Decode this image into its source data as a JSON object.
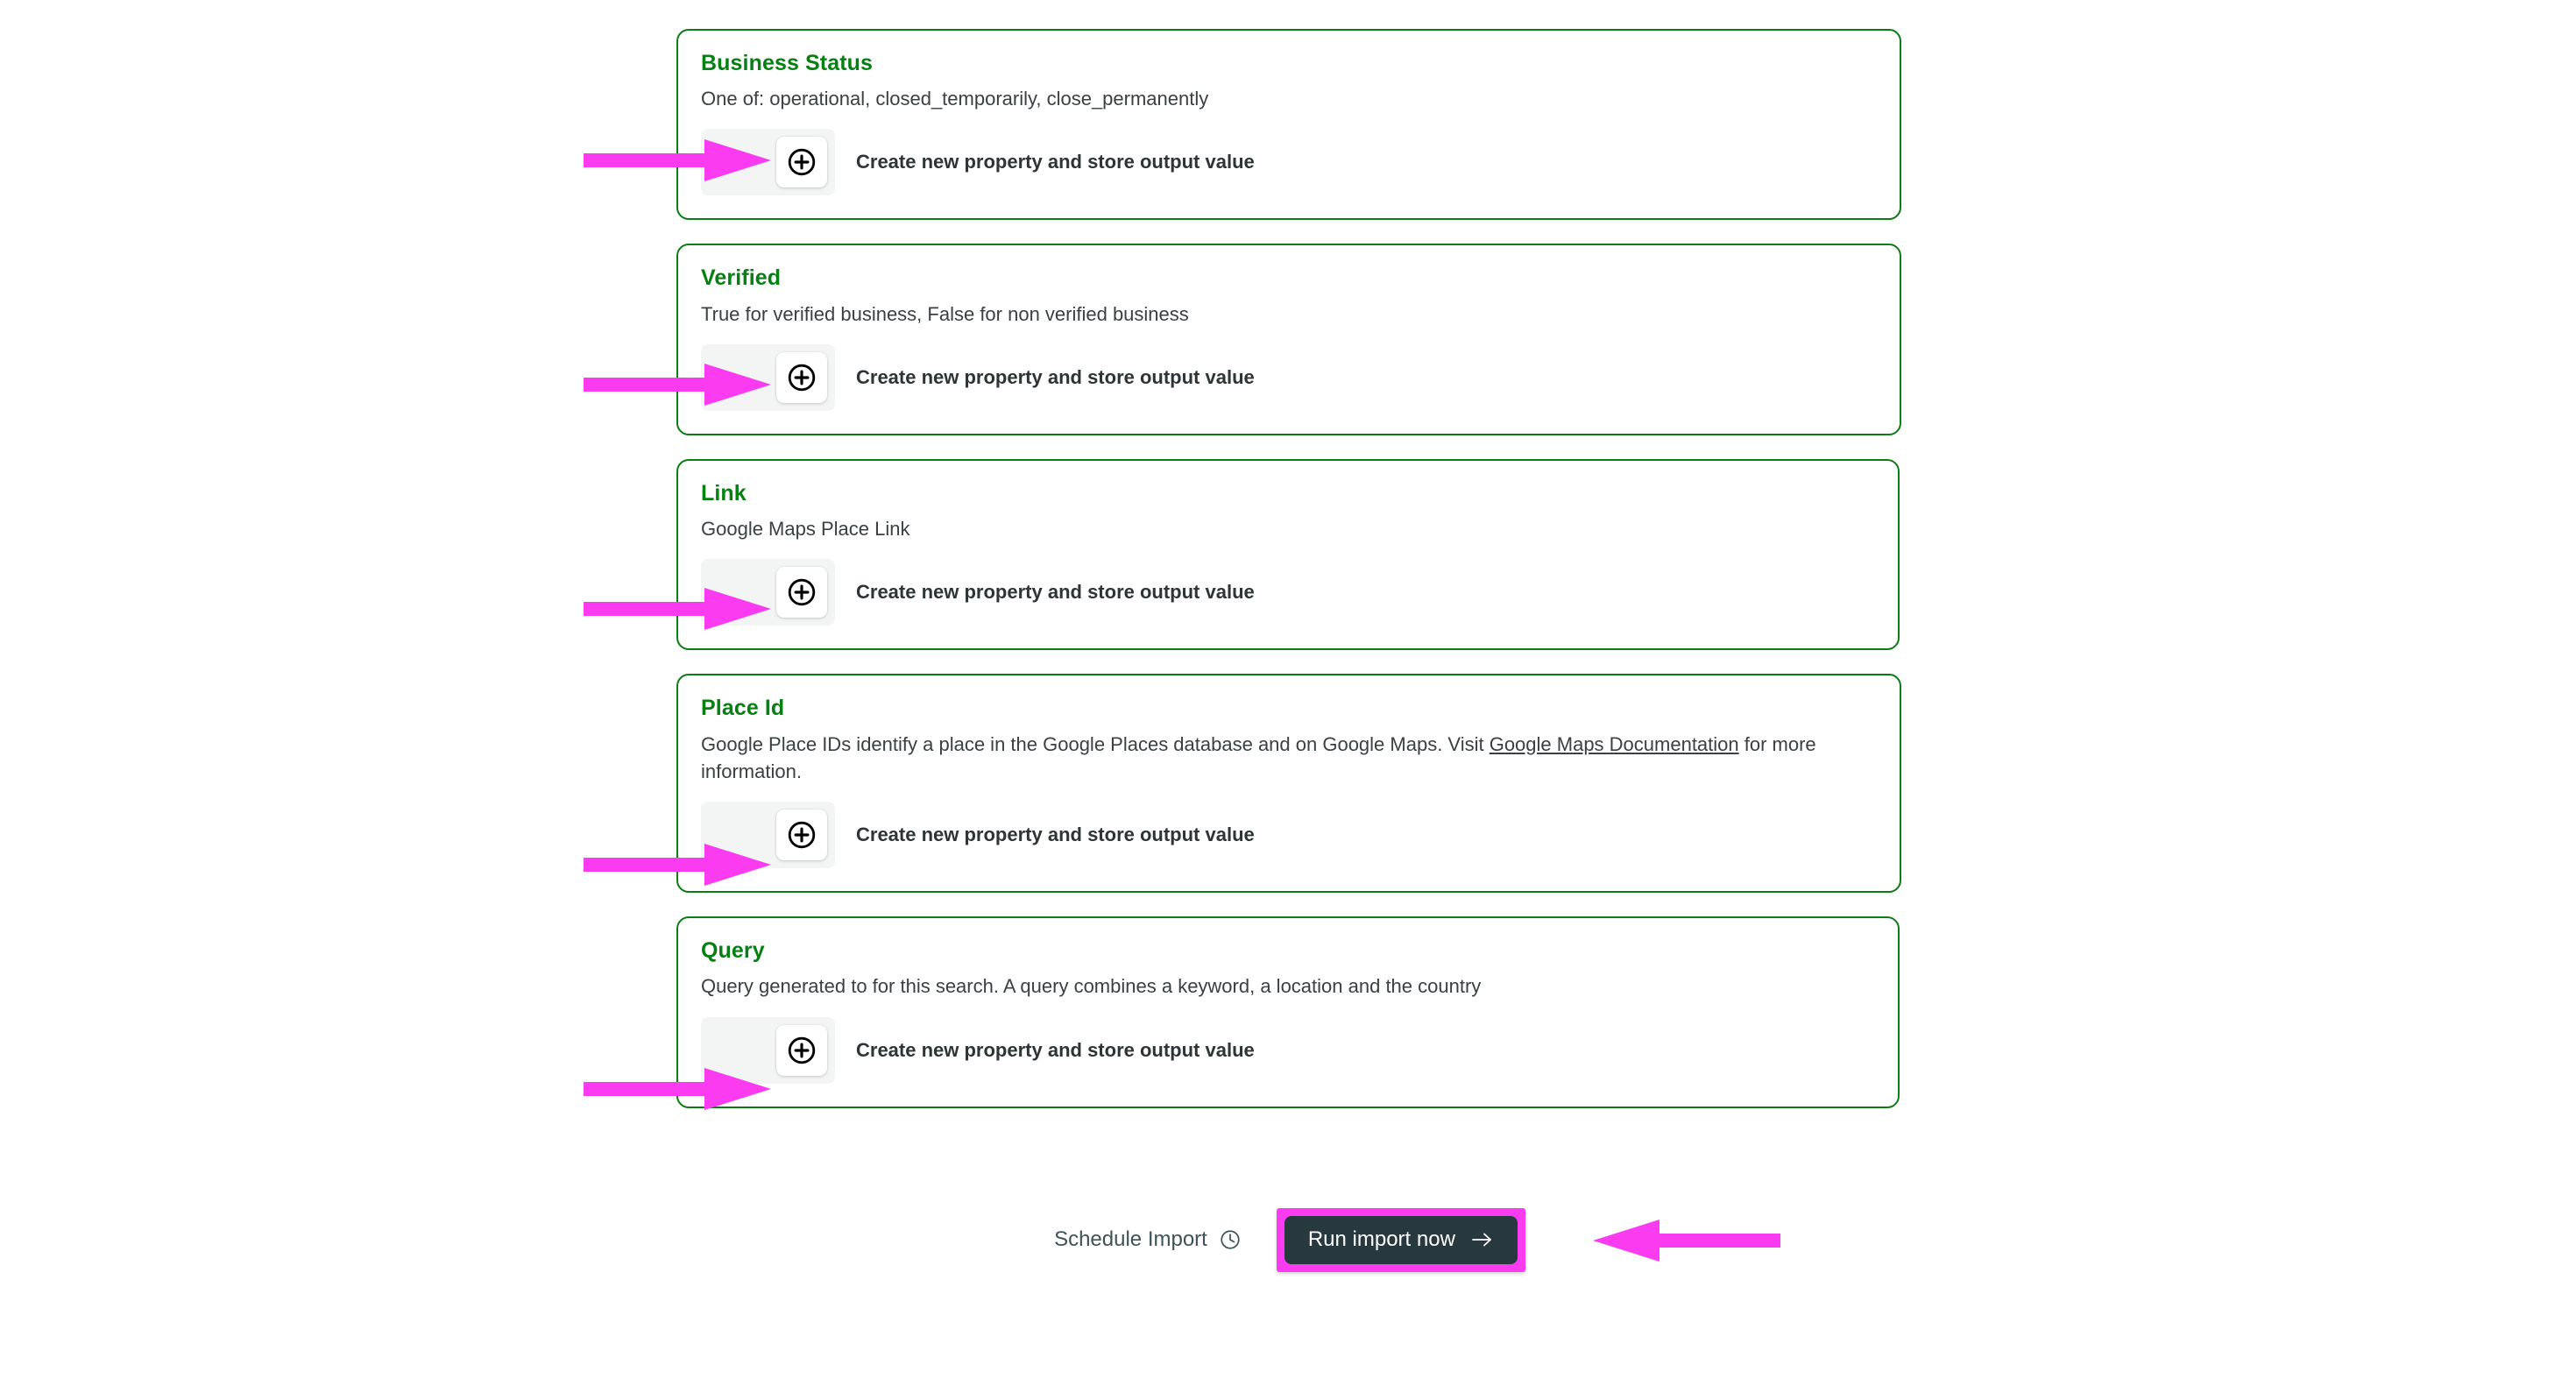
{
  "colors": {
    "card_border": "#0b7d13",
    "card_title": "#068012",
    "body_text": "#3b4043",
    "annotation": "#fb3bf0",
    "primary_button_bg": "#27383e",
    "primary_button_text": "#ffffff",
    "strip_bg": "#f3f4f4"
  },
  "cards": [
    {
      "title": "Business Status",
      "description": "One of: operational, closed_temporarily, close_permanently",
      "action_label": "Create new property and store output value",
      "plus_icon": "circle-plus-icon"
    },
    {
      "title": "Verified",
      "description": "True for verified business, False for non verified business",
      "action_label": "Create new property and store output value",
      "plus_icon": "circle-plus-icon"
    },
    {
      "title": "Link",
      "description": "Google Maps Place Link",
      "action_label": "Create new property and store output value",
      "plus_icon": "circle-plus-icon"
    },
    {
      "title": "Place Id",
      "description_before_link": "Google Place IDs identify a place in the Google Places database and on Google Maps. Visit ",
      "link_text": "Google Maps Documentation",
      "description_after_link": " for more information.",
      "action_label": "Create new property and store output value",
      "plus_icon": "circle-plus-icon"
    },
    {
      "title": "Query",
      "description": "Query generated to for this search. A query combines a keyword, a location and the country",
      "action_label": "Create new property and store output value",
      "plus_icon": "circle-plus-icon"
    }
  ],
  "footer": {
    "schedule_label": "Schedule Import",
    "schedule_icon": "clock-icon",
    "run_label": "Run import now",
    "run_icon": "arrow-right-icon"
  },
  "annotations": {
    "arrow_icon": "arrow-annotation-icon",
    "count": 6
  }
}
